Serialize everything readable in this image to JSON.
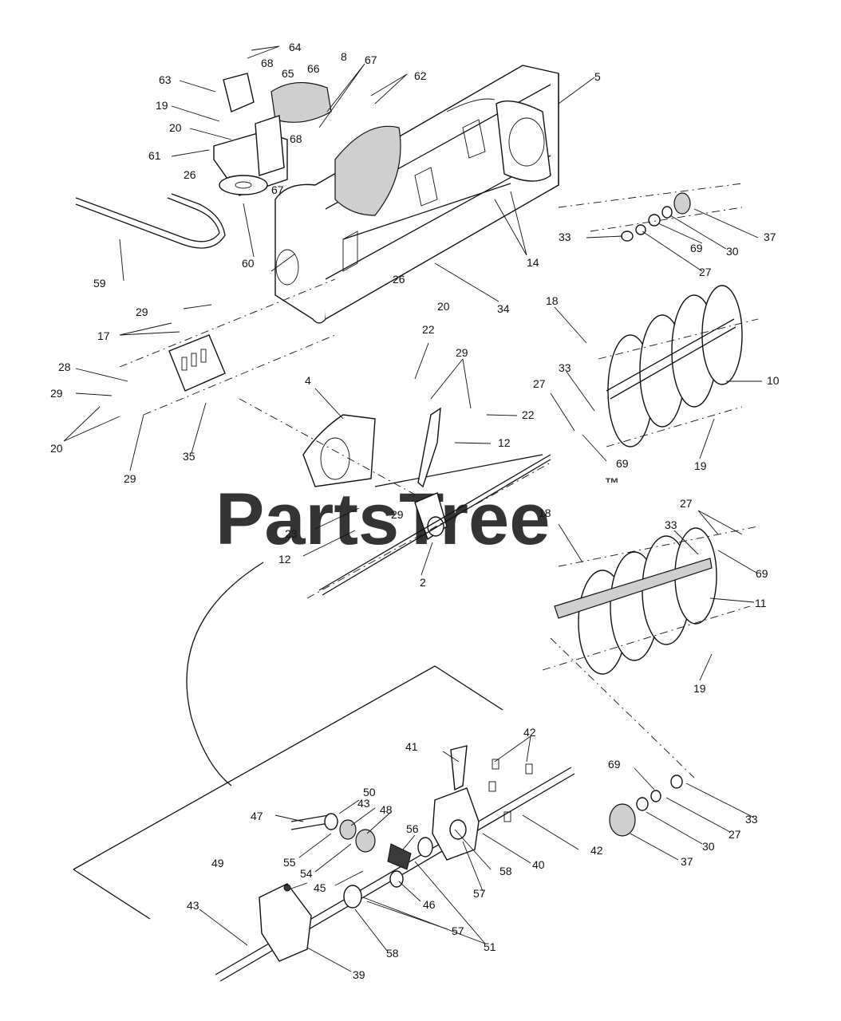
{
  "watermark": {
    "text": "PartsTree",
    "trademark": "™"
  },
  "callouts": [
    {
      "label": "64"
    },
    {
      "label": "8"
    },
    {
      "label": "68"
    },
    {
      "label": "65"
    },
    {
      "label": "66"
    },
    {
      "label": "67"
    },
    {
      "label": "62"
    },
    {
      "label": "63"
    },
    {
      "label": "5"
    },
    {
      "label": "19"
    },
    {
      "label": "20"
    },
    {
      "label": "68"
    },
    {
      "label": "61"
    },
    {
      "label": "26"
    },
    {
      "label": "67"
    },
    {
      "label": "60"
    },
    {
      "label": "59"
    },
    {
      "label": "33"
    },
    {
      "label": "37"
    },
    {
      "label": "69"
    },
    {
      "label": "30"
    },
    {
      "label": "27"
    },
    {
      "label": "14"
    },
    {
      "label": "26"
    },
    {
      "label": "20"
    },
    {
      "label": "34"
    },
    {
      "label": "29"
    },
    {
      "label": "17"
    },
    {
      "label": "18"
    },
    {
      "label": "28"
    },
    {
      "label": "22"
    },
    {
      "label": "29"
    },
    {
      "label": "33"
    },
    {
      "label": "10"
    },
    {
      "label": "27"
    },
    {
      "label": "29"
    },
    {
      "label": "4"
    },
    {
      "label": "22"
    },
    {
      "label": "12"
    },
    {
      "label": "20"
    },
    {
      "label": "69"
    },
    {
      "label": "19"
    },
    {
      "label": "35"
    },
    {
      "label": "29"
    },
    {
      "label": "18"
    },
    {
      "label": "27"
    },
    {
      "label": "23"
    },
    {
      "label": "29"
    },
    {
      "label": "33"
    },
    {
      "label": "12"
    },
    {
      "label": "69"
    },
    {
      "label": "2"
    },
    {
      "label": "11"
    },
    {
      "label": "19"
    },
    {
      "label": "42"
    },
    {
      "label": "41"
    },
    {
      "label": "69"
    },
    {
      "label": "50"
    },
    {
      "label": "43"
    },
    {
      "label": "48"
    },
    {
      "label": "47"
    },
    {
      "label": "56"
    },
    {
      "label": "33"
    },
    {
      "label": "55"
    },
    {
      "label": "54"
    },
    {
      "label": "42"
    },
    {
      "label": "40"
    },
    {
      "label": "27"
    },
    {
      "label": "58"
    },
    {
      "label": "49"
    },
    {
      "label": "30"
    },
    {
      "label": "45"
    },
    {
      "label": "57"
    },
    {
      "label": "37"
    },
    {
      "label": "46"
    },
    {
      "label": "43"
    },
    {
      "label": "57"
    },
    {
      "label": "58"
    },
    {
      "label": "51"
    },
    {
      "label": "39"
    }
  ]
}
